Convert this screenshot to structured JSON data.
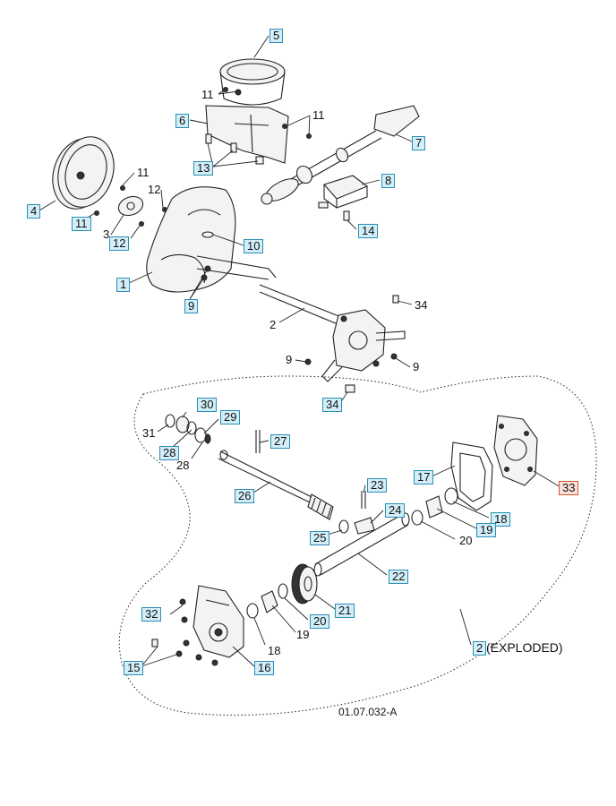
{
  "diagram": {
    "callouts": [
      {
        "id": "c5",
        "text": "5",
        "style": "boxed"
      },
      {
        "id": "c11a",
        "text": "11",
        "style": "plain"
      },
      {
        "id": "c6",
        "text": "6",
        "style": "boxed"
      },
      {
        "id": "c11b",
        "text": "11",
        "style": "plain"
      },
      {
        "id": "c7",
        "text": "7",
        "style": "boxed"
      },
      {
        "id": "c13",
        "text": "13",
        "style": "boxed"
      },
      {
        "id": "c11c",
        "text": "11",
        "style": "plain"
      },
      {
        "id": "c8",
        "text": "8",
        "style": "boxed"
      },
      {
        "id": "c12a",
        "text": "12",
        "style": "plain"
      },
      {
        "id": "c4",
        "text": "4",
        "style": "boxed"
      },
      {
        "id": "c11d",
        "text": "11",
        "style": "boxed"
      },
      {
        "id": "c3",
        "text": "3",
        "style": "plain"
      },
      {
        "id": "c12b",
        "text": "12",
        "style": "boxed"
      },
      {
        "id": "c14",
        "text": "14",
        "style": "boxed"
      },
      {
        "id": "c10",
        "text": "10",
        "style": "boxed"
      },
      {
        "id": "c1",
        "text": "1",
        "style": "boxed"
      },
      {
        "id": "c9a",
        "text": "9",
        "style": "boxed"
      },
      {
        "id": "c34a",
        "text": "34",
        "style": "plain"
      },
      {
        "id": "c2",
        "text": "2",
        "style": "plain"
      },
      {
        "id": "c9b",
        "text": "9",
        "style": "plain"
      },
      {
        "id": "c9c",
        "text": "9",
        "style": "plain"
      },
      {
        "id": "c34b",
        "text": "34",
        "style": "boxed"
      },
      {
        "id": "c30",
        "text": "30",
        "style": "boxed"
      },
      {
        "id": "c29",
        "text": "29",
        "style": "boxed"
      },
      {
        "id": "c31",
        "text": "31",
        "style": "plain"
      },
      {
        "id": "c27",
        "text": "27",
        "style": "boxed"
      },
      {
        "id": "c28a",
        "text": "28",
        "style": "boxed"
      },
      {
        "id": "c28b",
        "text": "28",
        "style": "plain"
      },
      {
        "id": "c17",
        "text": "17",
        "style": "boxed"
      },
      {
        "id": "c33",
        "text": "33",
        "style": "boxed-red"
      },
      {
        "id": "c23",
        "text": "23",
        "style": "boxed"
      },
      {
        "id": "c26",
        "text": "26",
        "style": "boxed"
      },
      {
        "id": "c24",
        "text": "24",
        "style": "boxed"
      },
      {
        "id": "c18a",
        "text": "18",
        "style": "boxed"
      },
      {
        "id": "c19a",
        "text": "19",
        "style": "boxed"
      },
      {
        "id": "c25",
        "text": "25",
        "style": "boxed"
      },
      {
        "id": "c20a",
        "text": "20",
        "style": "plain"
      },
      {
        "id": "c22",
        "text": "22",
        "style": "boxed"
      },
      {
        "id": "c32",
        "text": "32",
        "style": "boxed"
      },
      {
        "id": "c21",
        "text": "21",
        "style": "boxed"
      },
      {
        "id": "c20b",
        "text": "20",
        "style": "boxed"
      },
      {
        "id": "c19b",
        "text": "19",
        "style": "plain"
      },
      {
        "id": "c18b",
        "text": "18",
        "style": "plain"
      },
      {
        "id": "c15",
        "text": "15",
        "style": "boxed"
      },
      {
        "id": "c16",
        "text": "16",
        "style": "boxed"
      },
      {
        "id": "c2x",
        "text": "2",
        "style": "boxed"
      },
      {
        "id": "c2x_suffix",
        "text": "(EXPLODED)",
        "style": "plain"
      }
    ],
    "reference_code": "01.07.032-A"
  }
}
